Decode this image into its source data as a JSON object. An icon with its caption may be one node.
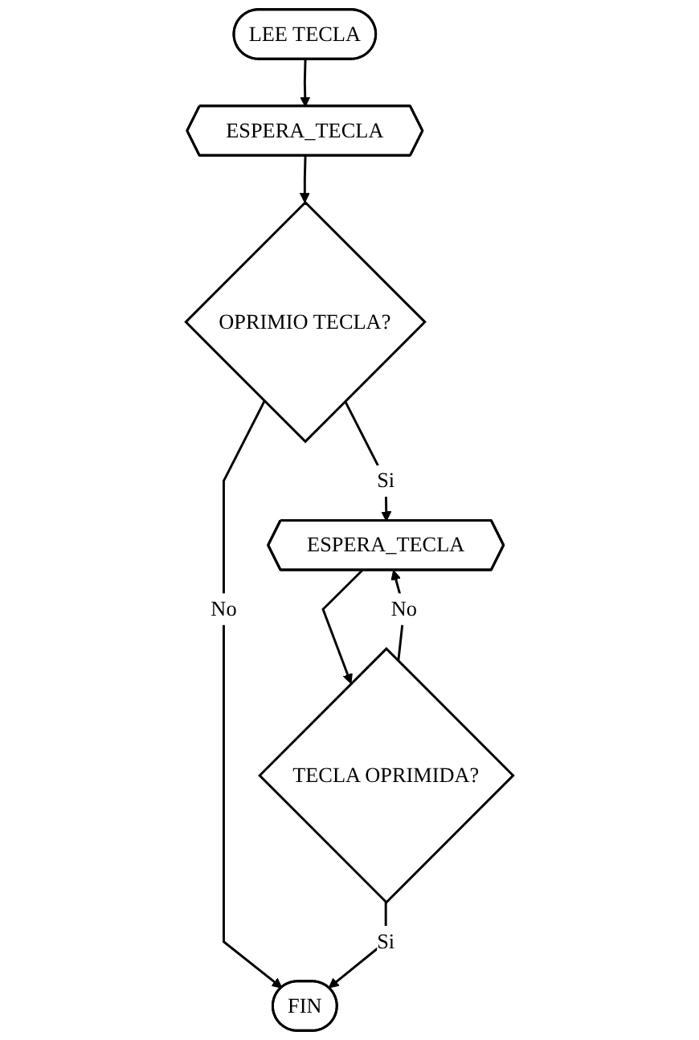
{
  "diagram": {
    "nodes": [
      {
        "text": [
          "LEE TECLA"
        ]
      },
      {
        "text": [
          "ESPERA_TECLA"
        ]
      },
      {
        "text": [
          "OPRIMIO TECLA?"
        ]
      },
      {
        "text": [
          "ESPERA_TECLA"
        ]
      },
      {
        "text": [
          "TECLA OPRIMIDA?"
        ]
      },
      {
        "text": [
          "FIN"
        ]
      }
    ],
    "edges": [
      {
        "from": 0,
        "to": 1,
        "arrow": "to"
      },
      {
        "from": 1,
        "to": 2,
        "arrow": "to"
      },
      {
        "from": 2,
        "to": 5,
        "label": "No",
        "arrow": "to"
      },
      {
        "from": 2,
        "to": 3,
        "label": "Si",
        "arrow": "to"
      },
      {
        "from": 3,
        "to": 4,
        "arrow": "to"
      },
      {
        "from": 4,
        "to": 3,
        "label": "No",
        "arrow": "to"
      },
      {
        "from": 4,
        "to": 5,
        "label": "Si",
        "arrow": "to"
      }
    ]
  }
}
